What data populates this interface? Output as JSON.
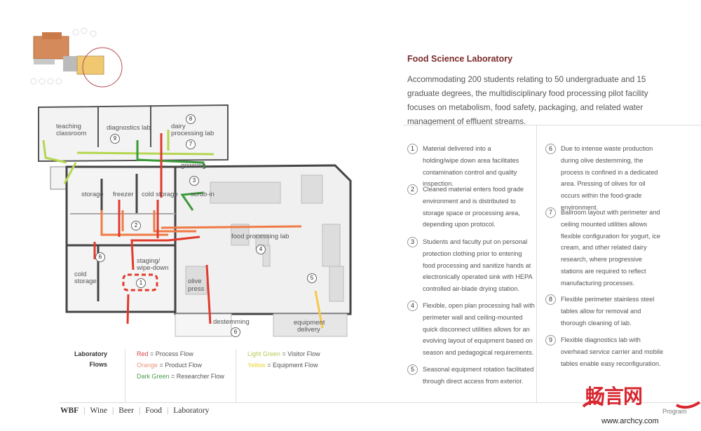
{
  "header": {
    "title": "Food Science Laboratory",
    "intro": "Accommodating 200 students relating to 50 undergraduate and 15 graduate degrees, the multidisciplinary food processing pilot facility focuses on metabolism, food safety, packaging, and related water management of effluent streams."
  },
  "notes": [
    {
      "num": "1",
      "text": "Material delivered into a holding/wipe down area facilitates contamination control and quality inspection."
    },
    {
      "num": "2",
      "text": "Cleaned material enters food grade environment and is distributed to storage space or processing area, depending upon protocol."
    },
    {
      "num": "3",
      "text": "Students and faculty put on personal protection clothing prior to entering food processing and sanitize hands at electronically operated sink with HEPA controlled air-blade drying station."
    },
    {
      "num": "4",
      "text": "Flexible, open plan processing hall with perimeter wall and ceiling-mounted quick disconnect utilities allows for an evolving layout of equipment based on season and pedagogical requirements."
    },
    {
      "num": "5",
      "text": "Seasonal equipment rotation facilitated through direct access from exterior."
    },
    {
      "num": "6",
      "text": "Due to intense waste production during olive destemming, the process is confined in a dedicated area. Pressing of olives for oil occurs within the food-grade environment."
    },
    {
      "num": "7",
      "text": "Ballroom layout with perimeter and ceiling mounted utilities allows flexible configuration for yogurt, ice cream, and other related dairy research, where progressive stations are required to reflect manufacturing processes."
    },
    {
      "num": "8",
      "text": "Flexible perimeter stainless steel tables allow for removal and thorough cleaning of lab."
    },
    {
      "num": "9",
      "text": "Flexible diagnostics lab with overhead service carrier and mobile tables enable easy reconfiguration."
    }
  ],
  "plan": {
    "rooms": {
      "teaching_1": "teaching",
      "teaching_2": "classroom",
      "diagnostics": "diagnostics lab",
      "dairy_1": "dairy",
      "dairy_2": "processing lab",
      "gowning": "gowning",
      "scrub_in": "scrub-in",
      "storage": "storage",
      "freezer": "freezer",
      "cold_storage_top": "cold storage",
      "food_lab": "food processing lab",
      "staging_1": "staging/",
      "staging_2": "wipe-down",
      "cold_storage_1": "cold",
      "cold_storage_2": "storage",
      "olive_1": "olive",
      "olive_2": "press",
      "destemming": "destemming",
      "equip_1": "equipment",
      "equip_2": "delivery"
    },
    "markers": {
      "m1": "1",
      "m2": "2",
      "m3": "3",
      "m4": "4",
      "m5": "5",
      "m6a": "6",
      "m6b": "6",
      "m7": "7",
      "m8": "8",
      "m9": "9"
    },
    "colors": {
      "red": "#e03a2c",
      "orange": "#f07a45",
      "dark_green": "#3a9a3a",
      "light_green": "#b5d651",
      "yellow": "#f5c84a"
    }
  },
  "legend": {
    "title_1": "Laboratory",
    "title_2": "Flows",
    "items": [
      {
        "color_name": "Red",
        "desc": "= Process Flow",
        "color": "#d2444a"
      },
      {
        "color_name": "Orange",
        "desc": "= Product Flow",
        "color": "#e8957a"
      },
      {
        "color_name": "Dark Green",
        "desc": "= Researcher Flow",
        "color": "#4a9a4a"
      },
      {
        "color_name": "Light Green",
        "desc": "= Visitor Flow",
        "color": "#b5cc55"
      },
      {
        "color_name": "Yellow",
        "desc": "= Equipment Flow",
        "color": "#e8d530"
      }
    ]
  },
  "footer": {
    "items": [
      "WBF",
      "Wine",
      "Beer",
      "Food",
      "Laboratory"
    ]
  },
  "watermark": {
    "logo": "畅言网",
    "program": "Program",
    "url": "www.archcy.com"
  }
}
